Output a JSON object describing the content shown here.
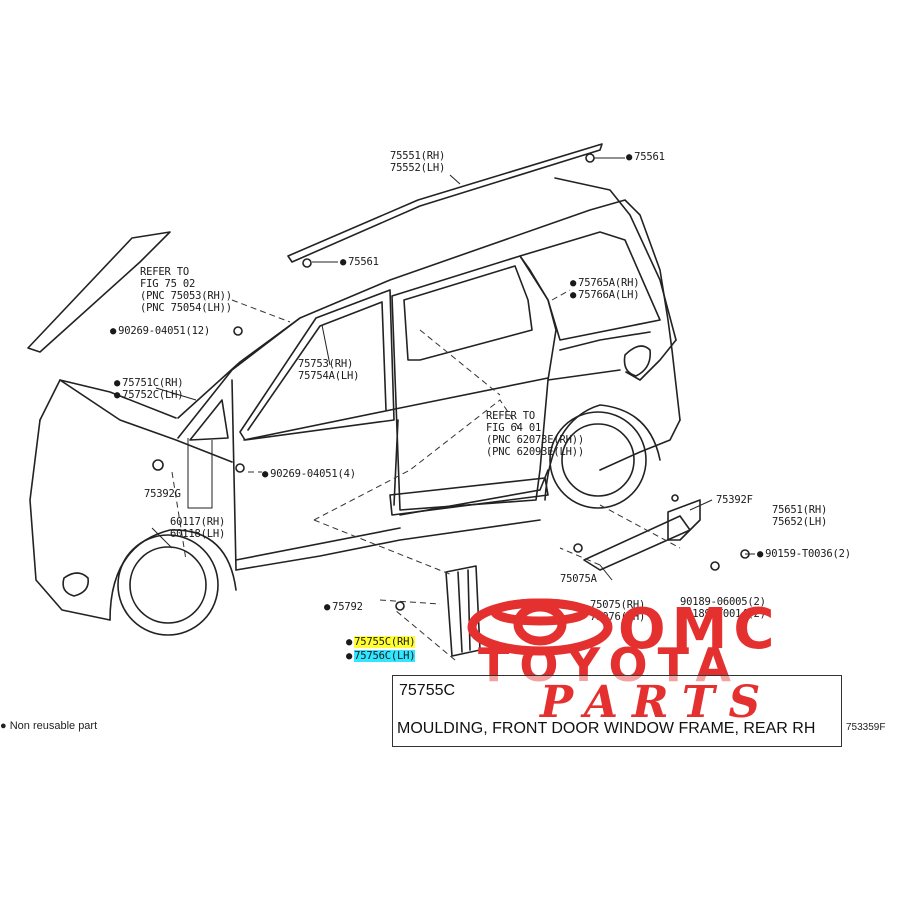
{
  "labels": {
    "roof_mould": [
      "75551(RH)",
      "75552(LH)"
    ],
    "clip_top": "75561",
    "clip_mid": "75561",
    "refer_left": [
      "REFER TO",
      "FIG 75 02",
      "(PNC 75053(RH))",
      "(PNC 75054(LH))"
    ],
    "bolt_1": "90269-04051(12)",
    "pillar_mould": [
      "75753(RH)",
      "75754A(LH)"
    ],
    "pillar_c": [
      "75751C(RH)",
      "75752C(LH)"
    ],
    "rear_mould": [
      "75765A(RH)",
      "75766A(LH)"
    ],
    "refer_right": [
      "REFER TO",
      "FIG 64 01",
      "(PNC 62073E(RH))",
      "(PNC 62093E(LH))"
    ],
    "bolt_2": "90269-04051(4)",
    "part_75392": "75392G",
    "fender": [
      "60117(RH)",
      "60118(LH)"
    ],
    "part_75392f": "75392F",
    "side_mould": [
      "75651(RH)",
      "75652(LH)"
    ],
    "clip_90159": "90159-T0036(2)",
    "part_75075a": "75075A",
    "part_75075": [
      "75075(RH)",
      "75076(LH)"
    ],
    "clip_90189": [
      "90189-06005(2)",
      "90189-T0014(2)"
    ],
    "part_75792": "75792",
    "hl_rh": "75755C(RH)",
    "hl_lh": "75756C(LH)",
    "footnote": "Non reusable part",
    "fig_code": "753359F"
  },
  "logo": {
    "line1": "OMC",
    "line2": "TOYOTA",
    "line3": "PARTS",
    "color": "#e53030"
  },
  "info": {
    "code": "75755C",
    "description": "MOULDING, FRONT DOOR WINDOW FRAME, REAR RH"
  },
  "colors": {
    "highlight_rh": "#ffff33",
    "highlight_lh": "#33e6ff"
  }
}
